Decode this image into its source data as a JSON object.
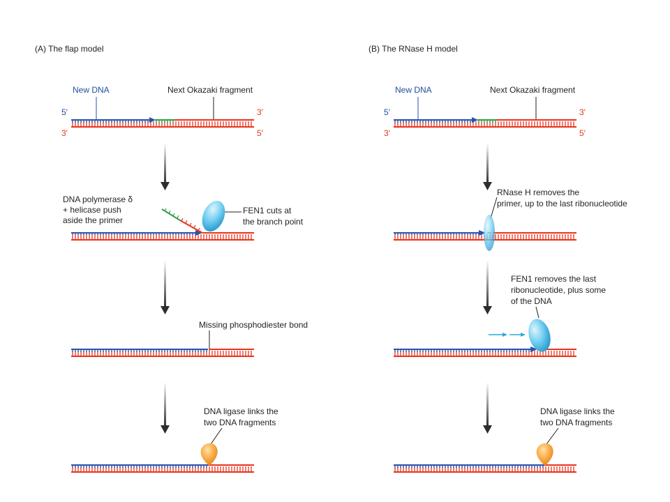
{
  "colors": {
    "new_dna": "#2a52a8",
    "template": "#e8331c",
    "primer": "#2e9e4a",
    "fen1": "#4bbfe8",
    "ligase": "#f39a2a",
    "arrow": "#2d2d2d",
    "text": "#231f20"
  },
  "panel_a": {
    "title": "(A) The flap model",
    "label_new_dna": "New DNA",
    "label_okazaki": "Next Okazaki fragment",
    "end_5_top": "5′",
    "end_3_top": "3′",
    "end_3_bottom": "3′",
    "end_5_bottom": "5′",
    "step2_left": [
      "DNA polymerase δ",
      "+ helicase push",
      "aside the primer"
    ],
    "step2_right": [
      "FEN1 cuts at",
      "the branch point"
    ],
    "step3": "Missing phosphodiester bond",
    "step4": [
      "DNA ligase links the",
      "two DNA fragments"
    ]
  },
  "panel_b": {
    "title": "(B) The RNase H model",
    "label_new_dna": "New DNA",
    "label_okazaki": "Next Okazaki fragment",
    "end_5_top": "5′",
    "end_3_top": "3′",
    "end_3_bottom": "3′",
    "end_5_bottom": "5′",
    "step2": [
      "RNase H removes the",
      "primer, up to the last ribonucleotide"
    ],
    "step3": [
      "FEN1 removes the last",
      "ribonucleotide, plus some",
      "of the DNA"
    ],
    "step4": [
      "DNA ligase links the",
      "two DNA fragments"
    ]
  }
}
